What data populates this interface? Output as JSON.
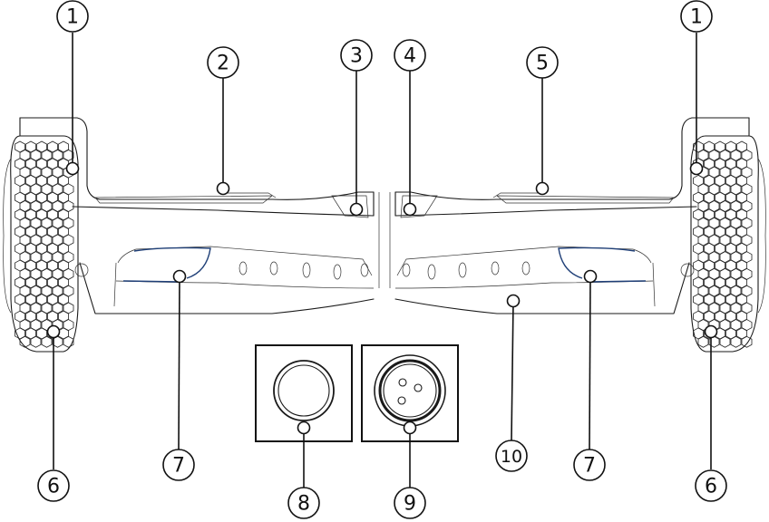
{
  "callouts": [
    {
      "id": "c1a",
      "label": "1"
    },
    {
      "id": "c1b",
      "label": "1"
    },
    {
      "id": "c2",
      "label": "2"
    },
    {
      "id": "c3",
      "label": "3"
    },
    {
      "id": "c4",
      "label": "4"
    },
    {
      "id": "c5",
      "label": "5"
    },
    {
      "id": "c6a",
      "label": "6"
    },
    {
      "id": "c6b",
      "label": "6"
    },
    {
      "id": "c7a",
      "label": "7"
    },
    {
      "id": "c7b",
      "label": "7"
    },
    {
      "id": "c8",
      "label": "8"
    },
    {
      "id": "c9",
      "label": "9"
    },
    {
      "id": "c10",
      "label": "10"
    }
  ]
}
